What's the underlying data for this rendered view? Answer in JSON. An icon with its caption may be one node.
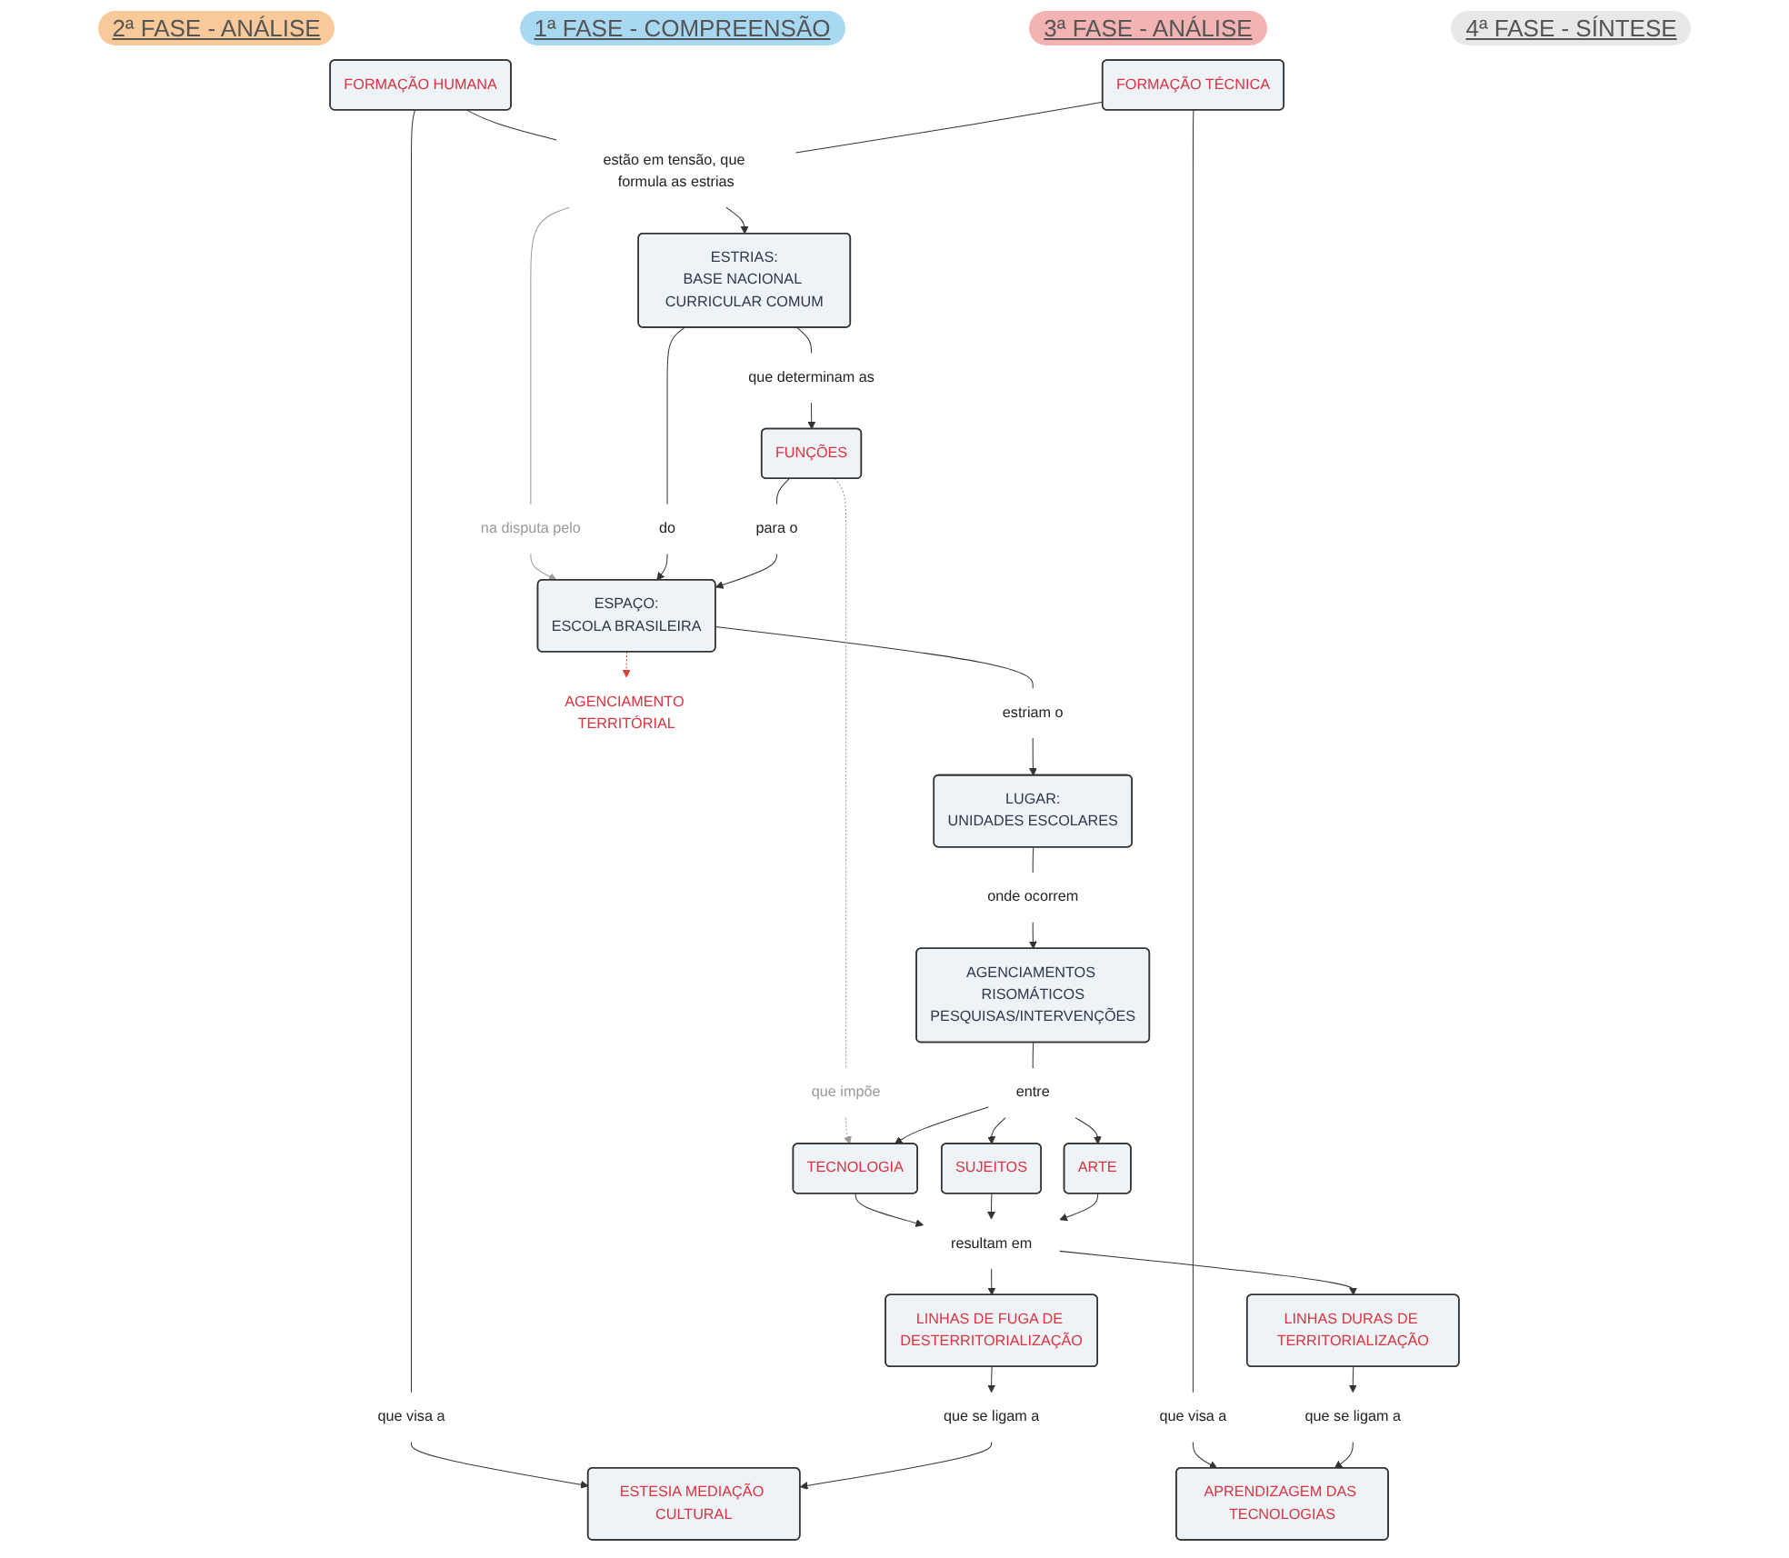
{
  "diagram": {
    "nodes": [
      {
        "text": [
          "ESTRIAS:",
          "BASE NACIONAL CURRICULAR COMUM"
        ]
      },
      {
        "text": [
          "estão em tensão, que formula as estrias"
        ]
      },
      {
        "text": [
          "FORMAÇÃO HUMANA"
        ]
      },
      {
        "text": [
          "que visa a"
        ]
      },
      {
        "text": [
          "ESTESIA MEDIAÇÃO CULTURAL"
        ]
      },
      {
        "text": [
          "FORMAÇÃO TÉCNICA"
        ]
      },
      {
        "text": [
          "que visa a"
        ]
      },
      {
        "text": [
          "APRENDIZAGEM DAS TECNOLOGIAS"
        ]
      },
      {
        "text": [
          "na disputa pelo"
        ]
      },
      {
        "text": [
          "que determinam as"
        ]
      },
      {
        "text": [
          "do"
        ]
      },
      {
        "text": [
          "FUNÇÕES"
        ]
      },
      {
        "text": [
          "para o"
        ]
      },
      {
        "text": [
          "ESPAÇO:",
          "ESCOLA BRASILEIRA"
        ]
      },
      {
        "text": [
          "estriam o"
        ]
      },
      {
        "text": [
          "que impõe"
        ]
      },
      {
        "text": [
          "LUGAR:",
          "UNIDADES ESCOLARES"
        ]
      },
      {
        "text": [
          "onde ocorrem"
        ]
      },
      {
        "text": [
          "AGENCIAMENTOS RISOMÁTICOS",
          "PESQUISAS/INTERVENÇÕES"
        ]
      },
      {
        "text": [
          "entre"
        ]
      },
      {
        "text": [
          "TECNOLOGIA"
        ]
      },
      {
        "text": [
          "SUJEITOS"
        ]
      },
      {
        "text": [
          "ARTE"
        ]
      },
      {
        "text": [
          "resultam em"
        ]
      },
      {
        "text": [
          "LINHAS DURAS DE TERRITORIALIZAÇÃO"
        ]
      },
      {
        "text": [
          "LINHAS DE FUGA DE DESTERRITORIALIZAÇÃO"
        ]
      },
      {
        "text": [
          "que se ligam a"
        ]
      },
      {
        "text": [
          "que se ligam a"
        ]
      },
      {
        "text": [
          "AGENCIAMENTO TERRITÓRIAL"
        ]
      }
    ],
    "edges": [
      {
        "from": 1,
        "to": 0,
        "arrow": "to"
      },
      {
        "from": 2,
        "to": 1,
        "arrow": "none"
      },
      {
        "from": 5,
        "to": 1,
        "arrow": "none"
      },
      {
        "from": 2,
        "to": 3,
        "arrow": "none"
      },
      {
        "from": 3,
        "to": 4,
        "arrow": "to"
      },
      {
        "from": 5,
        "to": 6,
        "arrow": "none"
      },
      {
        "from": 6,
        "to": 7,
        "arrow": "to"
      },
      {
        "from": 1,
        "to": 8,
        "arrow": "none",
        "color": "#9a9a9a"
      },
      {
        "from": 8,
        "to": 13,
        "arrow": "to",
        "color": "#9a9a9a"
      },
      {
        "from": 0,
        "to": 9,
        "arrow": "none"
      },
      {
        "from": 9,
        "to": 11,
        "arrow": "to"
      },
      {
        "from": 0,
        "to": 10,
        "arrow": "none"
      },
      {
        "from": 10,
        "to": 13,
        "arrow": "to"
      },
      {
        "from": 11,
        "to": 12,
        "arrow": "none"
      },
      {
        "from": 12,
        "to": 13,
        "arrow": "to"
      },
      {
        "from": 13,
        "to": 14,
        "arrow": "none"
      },
      {
        "from": 14,
        "to": 16,
        "arrow": "to"
      },
      {
        "from": 11,
        "to": 15,
        "arrow": "none",
        "style": "dashed",
        "color": "#9a9a9a"
      },
      {
        "from": 15,
        "to": 20,
        "arrow": "to",
        "style": "dashed",
        "color": "#9a9a9a"
      },
      {
        "from": 16,
        "to": 17,
        "arrow": "none"
      },
      {
        "from": 17,
        "to": 18,
        "arrow": "to"
      },
      {
        "from": 18,
        "to": 19,
        "arrow": "none"
      },
      {
        "from": 19,
        "to": 20,
        "arrow": "to"
      },
      {
        "from": 19,
        "to": 21,
        "arrow": "to"
      },
      {
        "from": 19,
        "to": 22,
        "arrow": "to"
      },
      {
        "from": 20,
        "to": 23,
        "arrow": "to"
      },
      {
        "from": 21,
        "to": 23,
        "arrow": "to"
      },
      {
        "from": 22,
        "to": 23,
        "arrow": "to"
      },
      {
        "from": 23,
        "to": 25,
        "arrow": "to"
      },
      {
        "from": 23,
        "to": 24,
        "arrow": "to"
      },
      {
        "from": 24,
        "to": 26,
        "arrow": "to"
      },
      {
        "from": 26,
        "to": 7,
        "arrow": "to"
      },
      {
        "from": 25,
        "to": 27,
        "arrow": "to"
      },
      {
        "from": 27,
        "to": 4,
        "arrow": "to"
      },
      {
        "from": 13,
        "to": 28,
        "arrow": "to",
        "style": "dashed",
        "color": "#e0403a"
      }
    ],
    "labels": [
      "2ª FASE - ANÁLISE",
      "1ª FASE - COMPREENSÃO",
      "3ª FASE - ANÁLISE",
      "4ª FASE - SÍNTESE"
    ]
  }
}
